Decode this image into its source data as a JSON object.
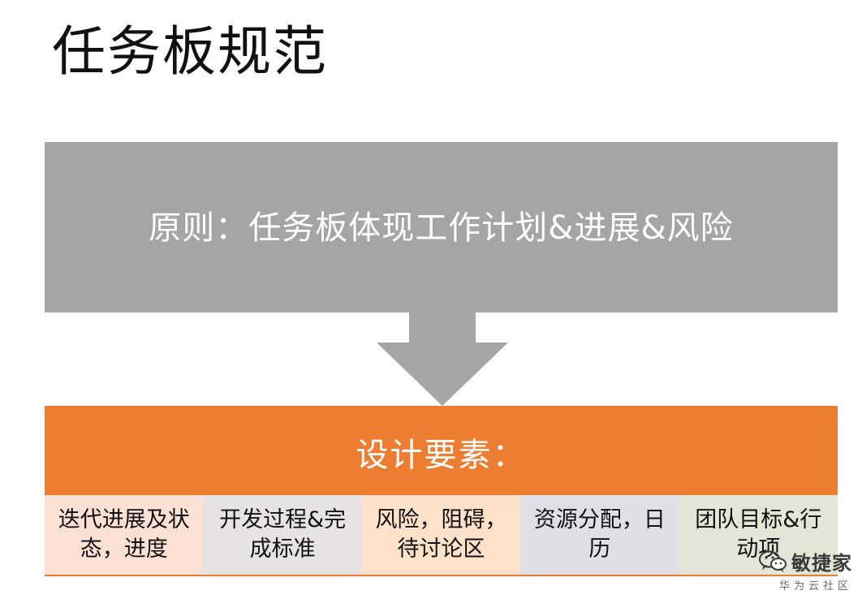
{
  "title": "任务板规范",
  "principle": {
    "text": "原则：任务板体现工作计划&进展&风险",
    "color": "#a5a5a5"
  },
  "arrow": {
    "icon": "down-arrow-icon",
    "color": "#a5a5a5"
  },
  "design": {
    "title": "设计要素：",
    "color": "#ed7d31",
    "elements": [
      {
        "label": "迭代进展及状态，进度",
        "color": "#fbe0d4"
      },
      {
        "label": "开发过程&完成标准",
        "color": "#e8e3e3"
      },
      {
        "label": "风险，阻碍，待讨论区",
        "color": "#fde1c9"
      },
      {
        "label": "资源分配，日历",
        "color": "#dfdfe6"
      },
      {
        "label": "团队目标&行动项",
        "color": "#e1e6d6"
      }
    ]
  },
  "watermark": {
    "icon": "wechat-icon",
    "brand": "敏捷家",
    "subtitle": "华为云社区"
  }
}
